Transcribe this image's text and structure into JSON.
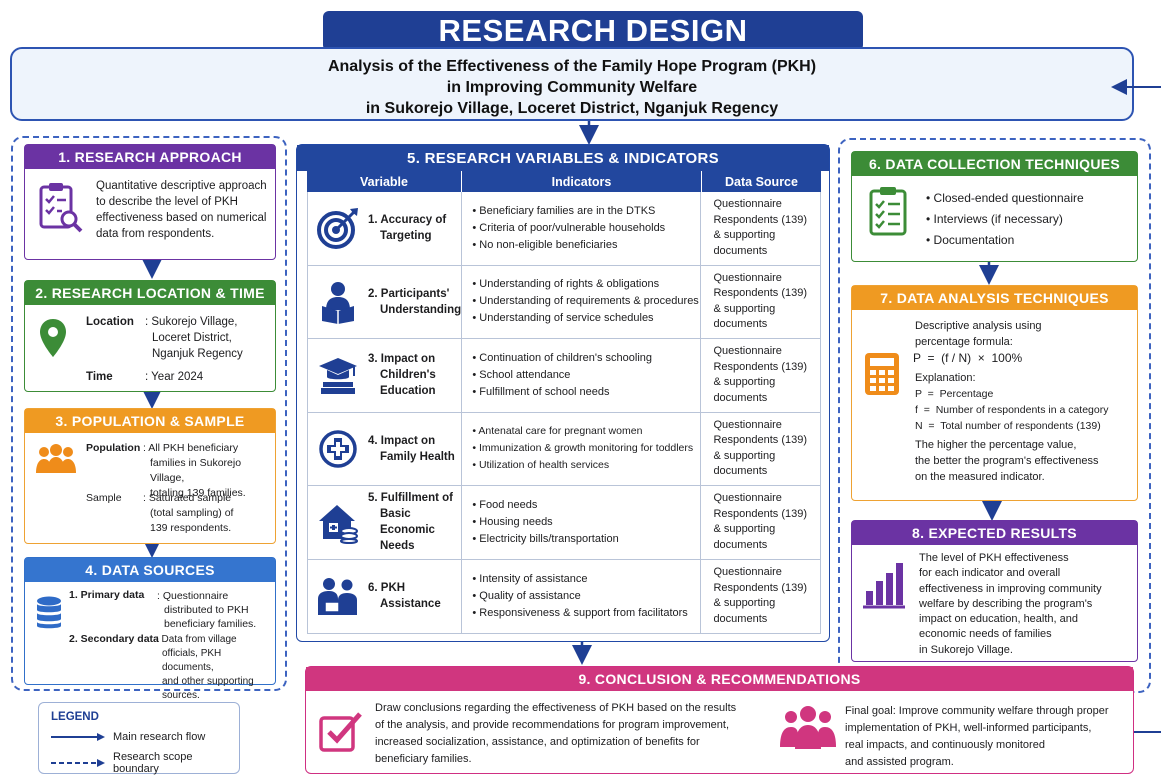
{
  "title": "RESEARCH DESIGN",
  "subtitle": {
    "line1": "Analysis of the Effectiveness of the Family Hope Program (PKH)",
    "line2": "in Improving Community Welfare",
    "line3": "in Sukorejo Village, Loceret District, Nganjuk Regency"
  },
  "approach": {
    "title": "1. RESEARCH APPROACH",
    "text": "Quantitative descriptive approach to describe the level of PKH effectiveness based on numerical data from respondents.",
    "icon": "clipboard-search-icon",
    "color": "#6b33a3"
  },
  "location": {
    "title": "2. RESEARCH LOCATION & TIME",
    "location_label": "Location",
    "location_value_1": ": Sukorejo Village,",
    "location_value_2": "Loceret District,",
    "location_value_3": "Nganjuk Regency",
    "time_label": "Time",
    "time_value": ": Year 2024",
    "icon": "map-pin-icon",
    "color": "#3c8c37"
  },
  "population": {
    "title": "3. POPULATION & SAMPLE",
    "population_label": "Population",
    "population_value": ": All PKH beneficiary",
    "population_value_2": "families in Sukorejo Village,",
    "population_value_3": "totaling 139 families.",
    "sample_label": "Sample",
    "sample_value": ": Saturated sample",
    "sample_value_2": "(total sampling) of",
    "sample_value_3": "139 respondents.",
    "icon": "people-group-icon",
    "color": "#ef9a22"
  },
  "sources": {
    "title": "4. DATA SOURCES",
    "primary_label": "1. Primary data",
    "primary_value_1": ": Questionnaire",
    "primary_value_2": "distributed to PKH",
    "primary_value_3": "beneficiary families.",
    "secondary_label": "2. Secondary data",
    "secondary_value_1": ": Data from village",
    "secondary_value_2": "officials, PKH documents,",
    "secondary_value_3": "and other supporting sources.",
    "icon": "database-icon",
    "color": "#3575cf"
  },
  "variables": {
    "title": "5. RESEARCH VARIABLES & INDICATORS",
    "headers": [
      "Variable",
      "Indicators",
      "Data Source"
    ],
    "rows": [
      {
        "name_1": "1. Accuracy of",
        "name_2": "Targeting",
        "name_3": "",
        "icon": "target-icon",
        "indicators": [
          "Beneficiary families are in the DTKS",
          "Criteria of poor/vulnerable households",
          "No non-eligible beneficiaries"
        ]
      },
      {
        "name_1": "2. Participants'",
        "name_2": "Understanding",
        "name_3": "",
        "icon": "person-reading-icon",
        "indicators": [
          "Understanding of rights & obligations",
          "Understanding of requirements & procedures",
          "Understanding of service schedules"
        ]
      },
      {
        "name_1": "3. Impact on",
        "name_2": "Children's",
        "name_3": "Education",
        "icon": "graduation-cap-icon",
        "indicators": [
          "Continuation of children's schooling",
          "School attendance",
          "Fulfillment of school needs"
        ]
      },
      {
        "name_1": "4. Impact on",
        "name_2": "Family Health",
        "name_3": "",
        "icon": "health-cross-icon",
        "indicators": [
          "Antenatal care for pregnant women",
          "Immunization & growth monitoring for toddlers",
          "Utilization of health services"
        ]
      },
      {
        "name_1": "5. Fulfillment of",
        "name_2": "Basic Economic",
        "name_3": "Needs",
        "icon": "house-coins-icon",
        "indicators": [
          "Food needs",
          "Housing needs",
          "Electricity bills/transportation"
        ]
      },
      {
        "name_1": "6. PKH",
        "name_2": "Assistance",
        "name_3": "",
        "icon": "assistance-people-icon",
        "indicators": [
          "Intensity of assistance",
          "Quality of assistance",
          "Responsiveness & support from facilitators"
        ]
      }
    ],
    "source_lines": [
      "Questionnaire",
      "Respondents (139)",
      "& supporting",
      "documents"
    ]
  },
  "collection": {
    "title": "6. DATA COLLECTION TECHNIQUES",
    "items": [
      "Closed-ended questionnaire",
      "Interviews (if necessary)",
      "Documentation"
    ],
    "icon": "checklist-icon",
    "color": "#3c8c37"
  },
  "analysis": {
    "title": "7. DATA ANALYSIS TECHNIQUES",
    "intro_1": "Descriptive analysis using",
    "intro_2": "percentage formula:",
    "formula": "P  =  (f / N)  ×  100%",
    "explanation": "Explanation:",
    "p_def": "P  =  Percentage",
    "f_def": "f  =  Number of respondents in a category",
    "n_def": "N  =  Total number of respondents (139)",
    "note_1": "The higher the percentage value,",
    "note_2": "the better the program's effectiveness",
    "note_3": "on the measured indicator.",
    "icon": "calculator-icon",
    "color": "#ef9a22"
  },
  "expected": {
    "title": "8. EXPECTED RESULTS",
    "lines": [
      "The level of PKH effectiveness",
      "for each indicator and overall",
      "effectiveness in improving community",
      "welfare by describing the program's",
      "impact on education, health, and",
      "economic needs of families",
      "in Sukorejo Village."
    ],
    "icon": "bar-chart-icon",
    "color": "#6b33a3"
  },
  "conclusion": {
    "title": "9. CONCLUSION & RECOMMENDATIONS",
    "left_lines": [
      "Draw conclusions regarding the effectiveness of PKH based on the results",
      "of the analysis, and provide recommendations for program improvement,",
      "increased socialization, assistance, and optimization of benefits for",
      "beneficiary families."
    ],
    "right_lines": [
      "Final goal: Improve community welfare through proper",
      "implementation of PKH, well-informed participants,",
      "real impacts, and continuously monitored",
      "and assisted program."
    ],
    "icon_left": "checkbox-icon",
    "icon_right": "community-icon",
    "color": "#d0367f"
  },
  "legend": {
    "title": "LEGEND",
    "main_flow": "Main research flow",
    "scope": "Research scope boundary"
  }
}
